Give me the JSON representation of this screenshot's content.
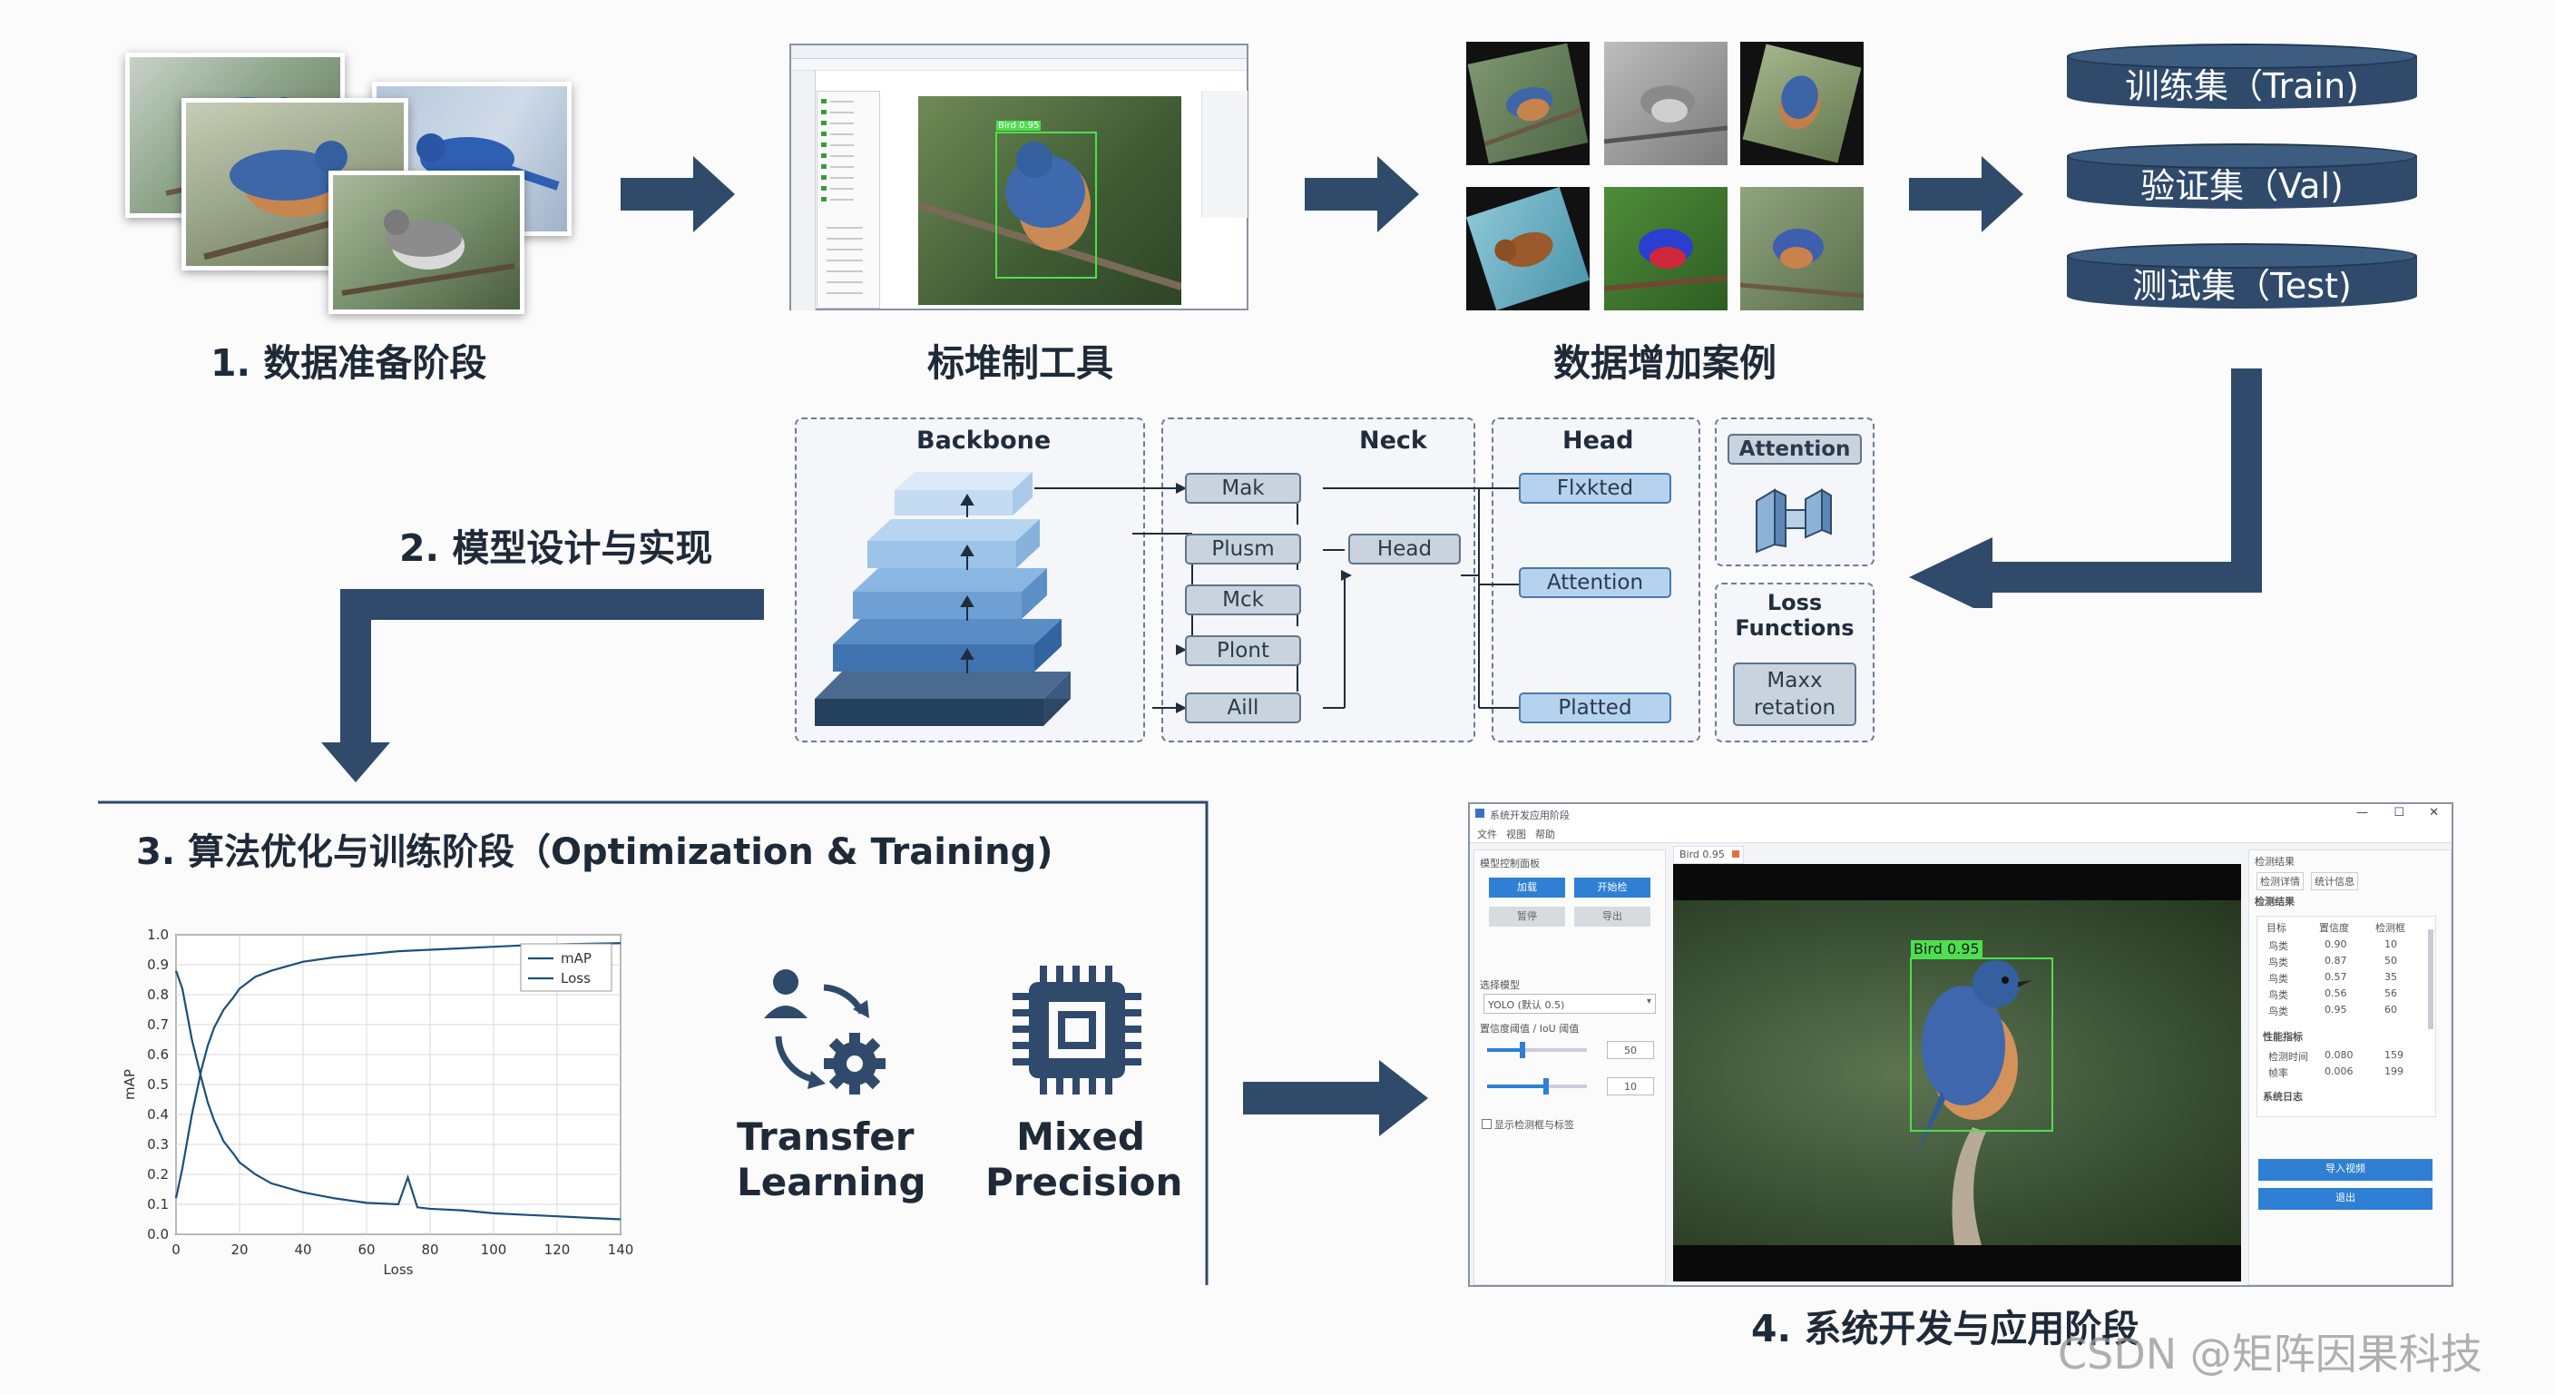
{
  "stages": {
    "stage1": "1. 数据准备阶段",
    "annotation_tool": "标堆制工具",
    "augmentation": "数据增加案例",
    "stage2": "2. 模型设计与实现",
    "stage3": "3. 算法优化与训练阶段（Optimization & Training)",
    "stage4": "4. 系统开发与应用阶段"
  },
  "datasets": {
    "train": "训练集（Train)",
    "val": "验证集（Val)",
    "test": "测试集（Test)"
  },
  "annotation_window": {
    "detection_label": "Bird 0.95"
  },
  "architecture": {
    "backbone_title": "Backbone",
    "neck_title": "Neck",
    "head_title": "Head",
    "neck_nodes": [
      "Mak",
      "Plusm",
      "Mck",
      "Plont",
      "Aill"
    ],
    "neck_head_node": "Head",
    "head_nodes": [
      "Flxkted",
      "Attention",
      "Platted"
    ],
    "attention_title": "Attention",
    "loss_title": "Loss Functions",
    "loss_node": "Maxx retation"
  },
  "training": {
    "transfer_label": "Transfer Learning",
    "mixed_label": "Mixed Precision"
  },
  "chart_data": {
    "type": "line",
    "title": "",
    "xlabel": "Loss",
    "ylabel": "mAP",
    "xlim": [
      0,
      140
    ],
    "ylim": [
      0,
      1.0
    ],
    "x_ticks": [
      "0",
      "20",
      "40",
      "60",
      "80",
      "100",
      "120",
      "140"
    ],
    "y_ticks": [
      "0.0",
      "0.1",
      "0.2",
      "0.3",
      "0.4",
      "0.5",
      "0.6",
      "0.7",
      "0.8",
      "0.9",
      "1.0"
    ],
    "grid": true,
    "legend_position": "top-right",
    "series": [
      {
        "name": "mAP",
        "x": [
          0,
          2,
          5,
          8,
          10,
          12,
          15,
          18,
          20,
          25,
          30,
          40,
          50,
          60,
          70,
          80,
          90,
          100,
          110,
          120,
          130,
          140
        ],
        "y": [
          0.12,
          0.22,
          0.4,
          0.55,
          0.63,
          0.69,
          0.75,
          0.79,
          0.82,
          0.86,
          0.88,
          0.91,
          0.925,
          0.935,
          0.945,
          0.95,
          0.955,
          0.96,
          0.965,
          0.968,
          0.97,
          0.972
        ]
      },
      {
        "name": "Loss",
        "x": [
          0,
          2,
          5,
          8,
          10,
          12,
          15,
          18,
          20,
          25,
          30,
          40,
          50,
          60,
          70,
          73,
          76,
          80,
          90,
          100,
          110,
          120,
          130,
          140
        ],
        "y": [
          0.88,
          0.82,
          0.65,
          0.52,
          0.44,
          0.38,
          0.31,
          0.27,
          0.24,
          0.2,
          0.17,
          0.14,
          0.12,
          0.105,
          0.1,
          0.19,
          0.09,
          0.085,
          0.08,
          0.07,
          0.065,
          0.06,
          0.055,
          0.05
        ]
      }
    ]
  },
  "app_window": {
    "title": "系统开发应用阶段",
    "menu": [
      "文件",
      "视图",
      "帮助"
    ],
    "left_panel_title": "模型控制面板",
    "buttons": [
      "加载",
      "开始检",
      "暂停",
      "导出"
    ],
    "dropdown_label": "选择模型",
    "dropdown_value": "YOLO (默认 0.5)",
    "slider_label": "置信度阈值 / IoU 阈值",
    "slider_values": [
      "50",
      "10"
    ],
    "checkbox_label": "显示检测框与标签",
    "image_tab": "Bird 0.95",
    "detection_label": "Bird 0.95",
    "right_panel_title": "检测结果",
    "right_tabs": [
      "检测详情",
      "统计信息"
    ],
    "results_section": "检测结果",
    "table_headers": [
      "目标",
      "置信度",
      "检测框"
    ],
    "table_rows": [
      [
        "鸟类",
        "0.90",
        "10"
      ],
      [
        "鸟类",
        "0.87",
        "50"
      ],
      [
        "鸟类",
        "0.57",
        "35"
      ],
      [
        "鸟类",
        "0.56",
        "56"
      ],
      [
        "鸟类",
        "0.95",
        "60"
      ]
    ],
    "section2": "性能指标",
    "section2_rows": [
      [
        "检测时间",
        "0.080",
        "159"
      ],
      [
        "帧率",
        "0.006",
        "199"
      ]
    ],
    "section3": "系统日志",
    "action_buttons": [
      "导入视频",
      "退出"
    ],
    "controls": [
      "—",
      "☐",
      "✕"
    ]
  },
  "watermark": "CSDN @矩阵因果科技"
}
